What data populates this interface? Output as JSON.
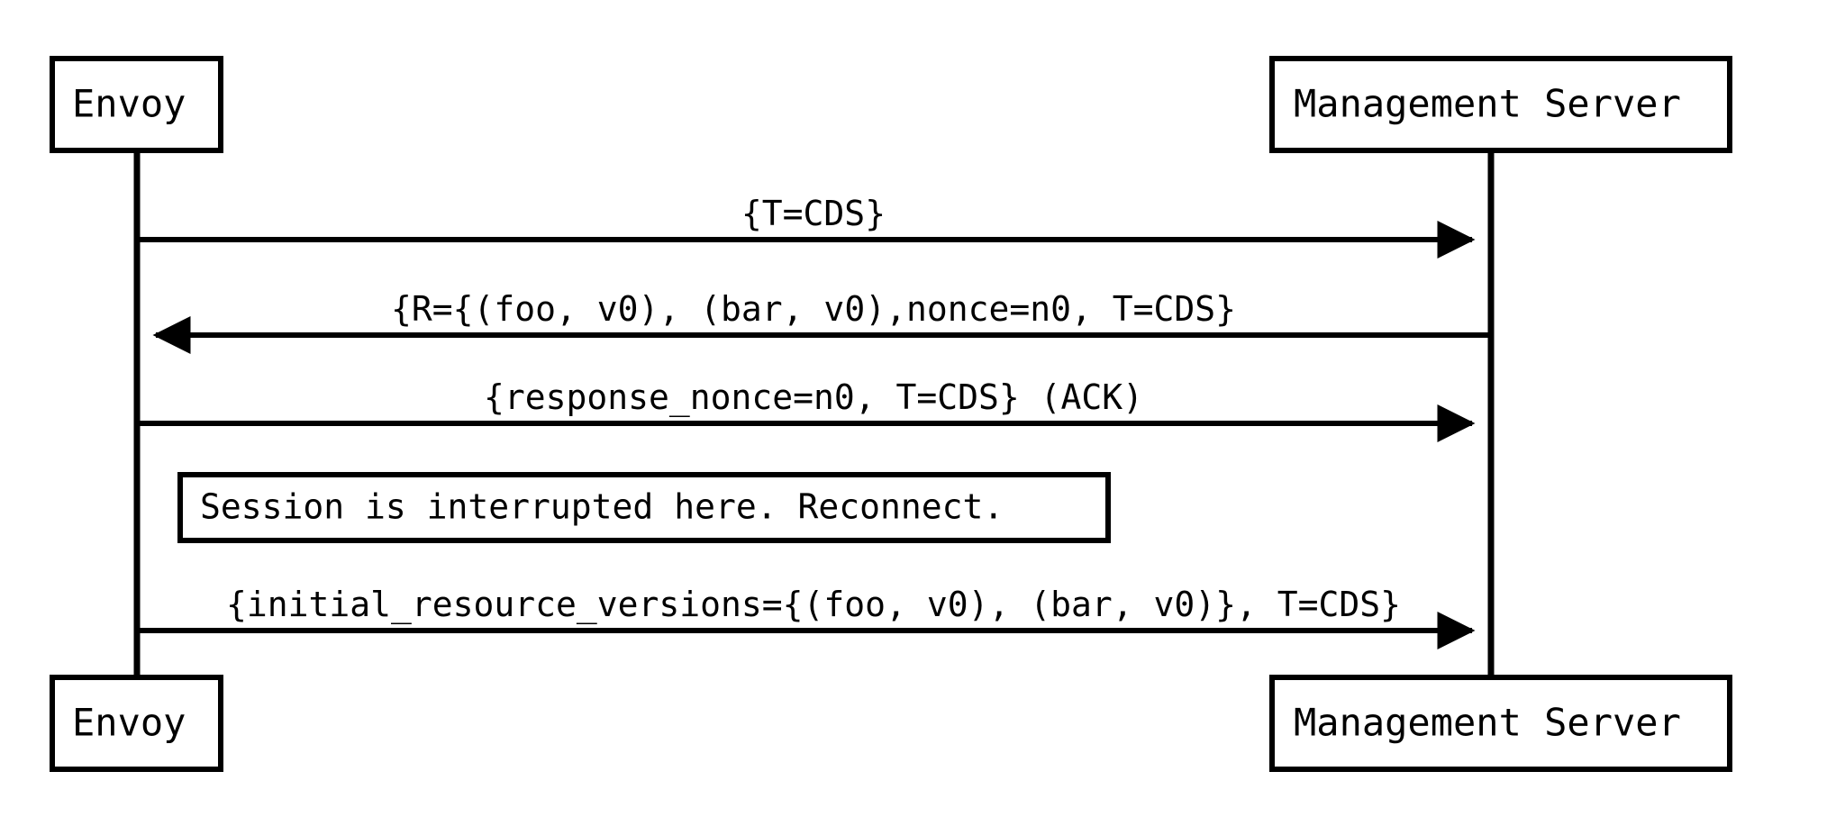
{
  "diagram": {
    "type": "sequence-diagram",
    "background_color": "#ffffff",
    "stroke_color": "#000000",
    "participants": [
      {
        "id": "envoy",
        "label": "Envoy"
      },
      {
        "id": "management_server",
        "label": "Management Server"
      }
    ],
    "messages": [
      {
        "index": 1,
        "label": "{T=CDS}",
        "from": "envoy",
        "to": "management_server",
        "direction": "right"
      },
      {
        "index": 2,
        "label": "{R={(foo, v0), (bar, v0),nonce=n0, T=CDS}",
        "from": "management_server",
        "to": "envoy",
        "direction": "left"
      },
      {
        "index": 3,
        "label": "{response_nonce=n0, T=CDS} (ACK)",
        "from": "envoy",
        "to": "management_server",
        "direction": "right"
      },
      {
        "index": 4,
        "label": "{initial_resource_versions={(foo, v0), (bar, v0)}, T=CDS}",
        "from": "envoy",
        "to": "management_server",
        "direction": "right"
      }
    ],
    "notes": [
      {
        "index": 1,
        "label": "Session is interrupted here. Reconnect."
      }
    ]
  }
}
